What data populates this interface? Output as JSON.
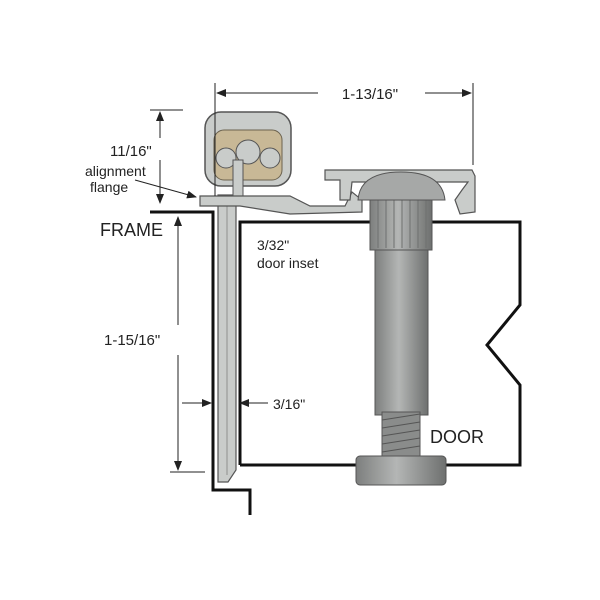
{
  "dimensions": {
    "width": "1-13/16\"",
    "knuckle_height": "11/16\"",
    "leaf_length": "1-15/16\"",
    "leaf_gap": "3/16\""
  },
  "labels": {
    "alignment_line1": "alignment",
    "alignment_line2": "flange",
    "frame": "FRAME",
    "inset_line1": "3/32\"",
    "inset_line2": "door inset",
    "door": "DOOR"
  },
  "colors": {
    "aluminum": "#c9ccca",
    "aluminum_dark": "#8e918f",
    "tan": "#c8b896",
    "pin": "#9a9c9b",
    "line": "#111111"
  }
}
